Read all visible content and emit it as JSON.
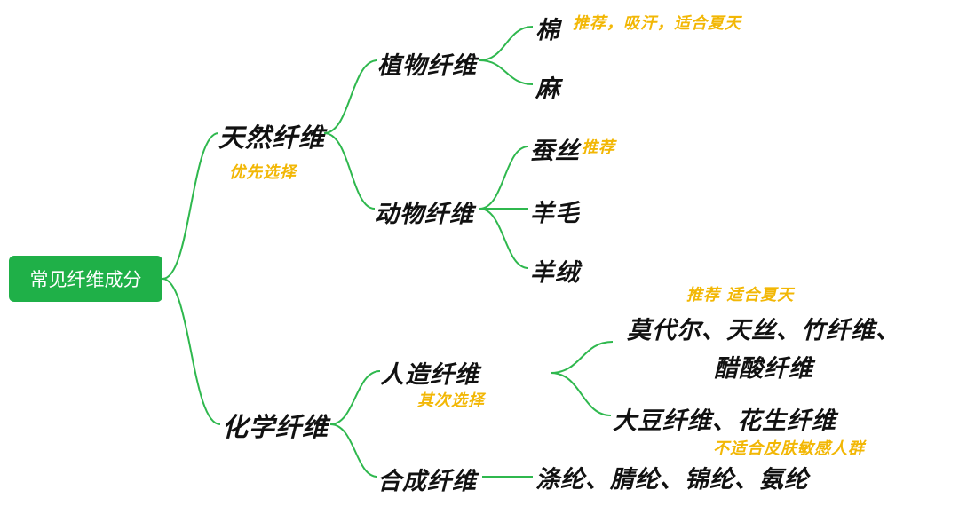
{
  "root": {
    "label": "常见纤维成分"
  },
  "natural": {
    "label": "天然纤维",
    "note": "优先选择",
    "plant": {
      "label": "植物纤维",
      "cotton": "棉",
      "cotton_note": "推荐，吸汗，适合夏天",
      "linen": "麻"
    },
    "animal": {
      "label": "动物纤维",
      "silk": "蚕丝",
      "silk_note": "推荐",
      "wool": "羊毛",
      "cashmere": "羊绒"
    }
  },
  "chemical": {
    "label": "化学纤维",
    "manmade": {
      "label": "人造纤维",
      "note": "其次选择",
      "group1_note": "推荐 适合夏天",
      "group1_line1": "莫代尔、天丝、竹纤维、",
      "group1_line2": "醋酸纤维",
      "group2": "大豆纤维、花生纤维"
    },
    "synthetic": {
      "label": "合成纤维",
      "note": "不适合皮肤敏感人群",
      "items": "涤纶、腈纶、锦纶、氨纶"
    }
  },
  "colors": {
    "line": "#2fb84e",
    "root_bg": "#1fb048",
    "note": "#f2b705"
  }
}
